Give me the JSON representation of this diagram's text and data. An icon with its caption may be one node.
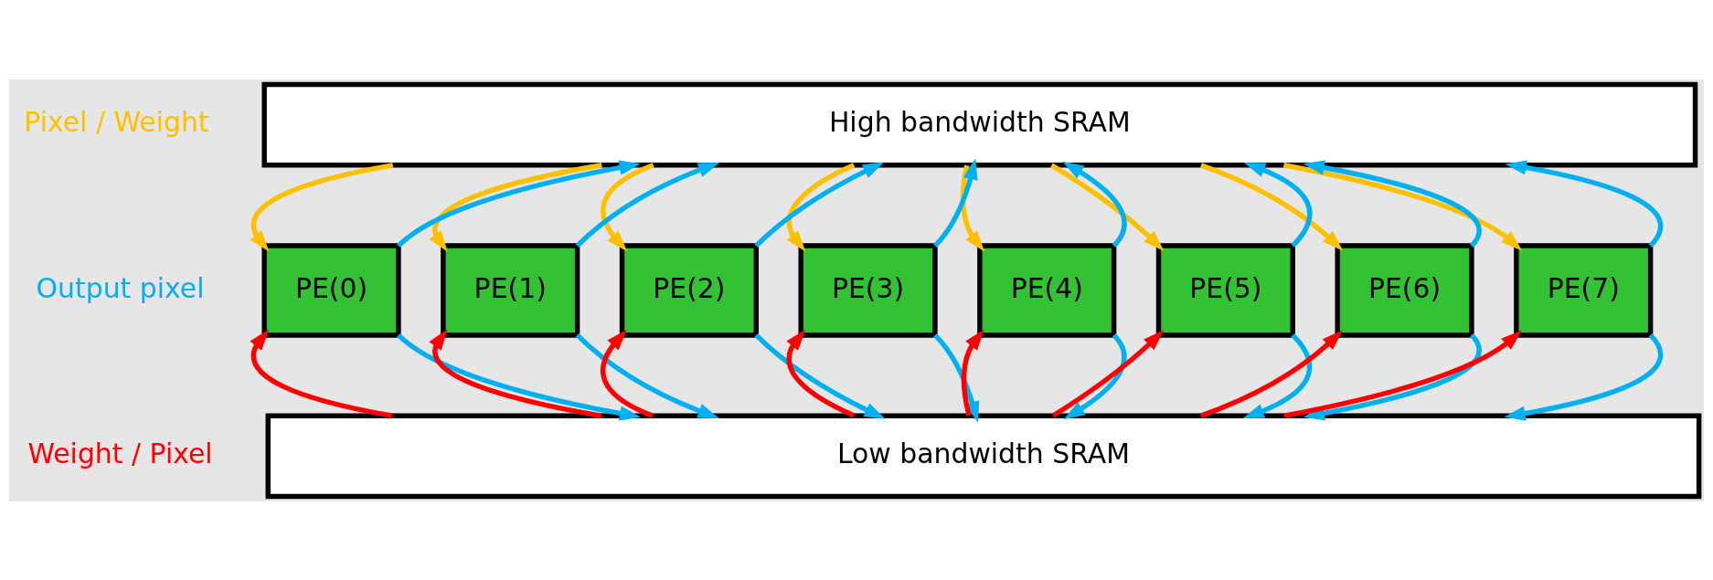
{
  "diagram": {
    "nodes": [
      {
        "text": [
          "High bandwidth SRAM"
        ]
      },
      {
        "text": [
          "PE(0)"
        ]
      },
      {
        "text": [
          "PE(1)"
        ]
      },
      {
        "text": [
          "PE(2)"
        ]
      },
      {
        "text": [
          "PE(3)"
        ]
      },
      {
        "text": [
          "PE(4)"
        ]
      },
      {
        "text": [
          "PE(5)"
        ]
      },
      {
        "text": [
          "PE(6)"
        ]
      },
      {
        "text": [
          "PE(7)"
        ]
      },
      {
        "text": [
          "Low bandwidth SRAM"
        ]
      }
    ],
    "edges": [
      {
        "from": 0,
        "to": 1,
        "arrow": "to",
        "color": "#ffc000"
      },
      {
        "from": 1,
        "to": 0,
        "arrow": "to"
      },
      {
        "from": 0,
        "to": 2,
        "arrow": "to",
        "color": "#ffc000"
      },
      {
        "from": 2,
        "to": 0,
        "arrow": "to"
      },
      {
        "from": 0,
        "to": 3,
        "arrow": "to",
        "color": "#ffc000"
      },
      {
        "from": 3,
        "to": 0,
        "arrow": "to"
      },
      {
        "from": 0,
        "to": 4,
        "arrow": "to",
        "color": "#ffc000"
      },
      {
        "from": 4,
        "to": 0,
        "arrow": "to"
      },
      {
        "from": 0,
        "to": 5,
        "arrow": "to",
        "color": "#ffc000"
      },
      {
        "from": 5,
        "to": 0,
        "arrow": "to"
      },
      {
        "from": 0,
        "to": 6,
        "arrow": "to",
        "color": "#ffc000"
      },
      {
        "from": 6,
        "to": 0,
        "arrow": "to"
      },
      {
        "from": 0,
        "to": 7,
        "arrow": "to",
        "color": "#ffc000"
      },
      {
        "from": 7,
        "to": 0,
        "arrow": "to"
      },
      {
        "from": 0,
        "to": 8,
        "arrow": "to",
        "color": "#ffc000"
      },
      {
        "from": 8,
        "to": 0,
        "arrow": "to"
      },
      {
        "from": 9,
        "to": 1,
        "arrow": "to",
        "color": "#ff0000"
      },
      {
        "from": 9,
        "to": 2,
        "arrow": "to",
        "color": "#ff0000"
      },
      {
        "from": 9,
        "to": 3,
        "arrow": "to",
        "color": "#ff0000"
      },
      {
        "from": 9,
        "to": 4,
        "arrow": "to",
        "color": "#ff0000"
      },
      {
        "from": 9,
        "to": 5,
        "arrow": "to",
        "color": "#ff0000"
      },
      {
        "from": 9,
        "to": 6,
        "arrow": "to",
        "color": "#ff0000"
      },
      {
        "from": 9,
        "to": 7,
        "arrow": "to",
        "color": "#ff0000"
      },
      {
        "from": 9,
        "to": 8,
        "arrow": "to",
        "color": "#ff0000"
      },
      {
        "from": 1,
        "to": 9,
        "arrow": "to"
      },
      {
        "from": 2,
        "to": 9,
        "arrow": "to"
      },
      {
        "from": 3,
        "to": 9,
        "arrow": "to"
      },
      {
        "from": 4,
        "to": 9,
        "arrow": "to"
      },
      {
        "from": 5,
        "to": 9,
        "arrow": "to"
      },
      {
        "from": 6,
        "to": 9,
        "arrow": "to"
      },
      {
        "from": 7,
        "to": 9,
        "arrow": "to"
      },
      {
        "from": 8,
        "to": 9,
        "arrow": "to"
      }
    ],
    "legend": [
      {
        "text": "Pixel / Weight",
        "color": "#ffc000"
      },
      {
        "text": "Output pixel",
        "color": "#00b0f0"
      },
      {
        "text": "Weight / Pixel",
        "color": "#ff0000"
      }
    ]
  }
}
